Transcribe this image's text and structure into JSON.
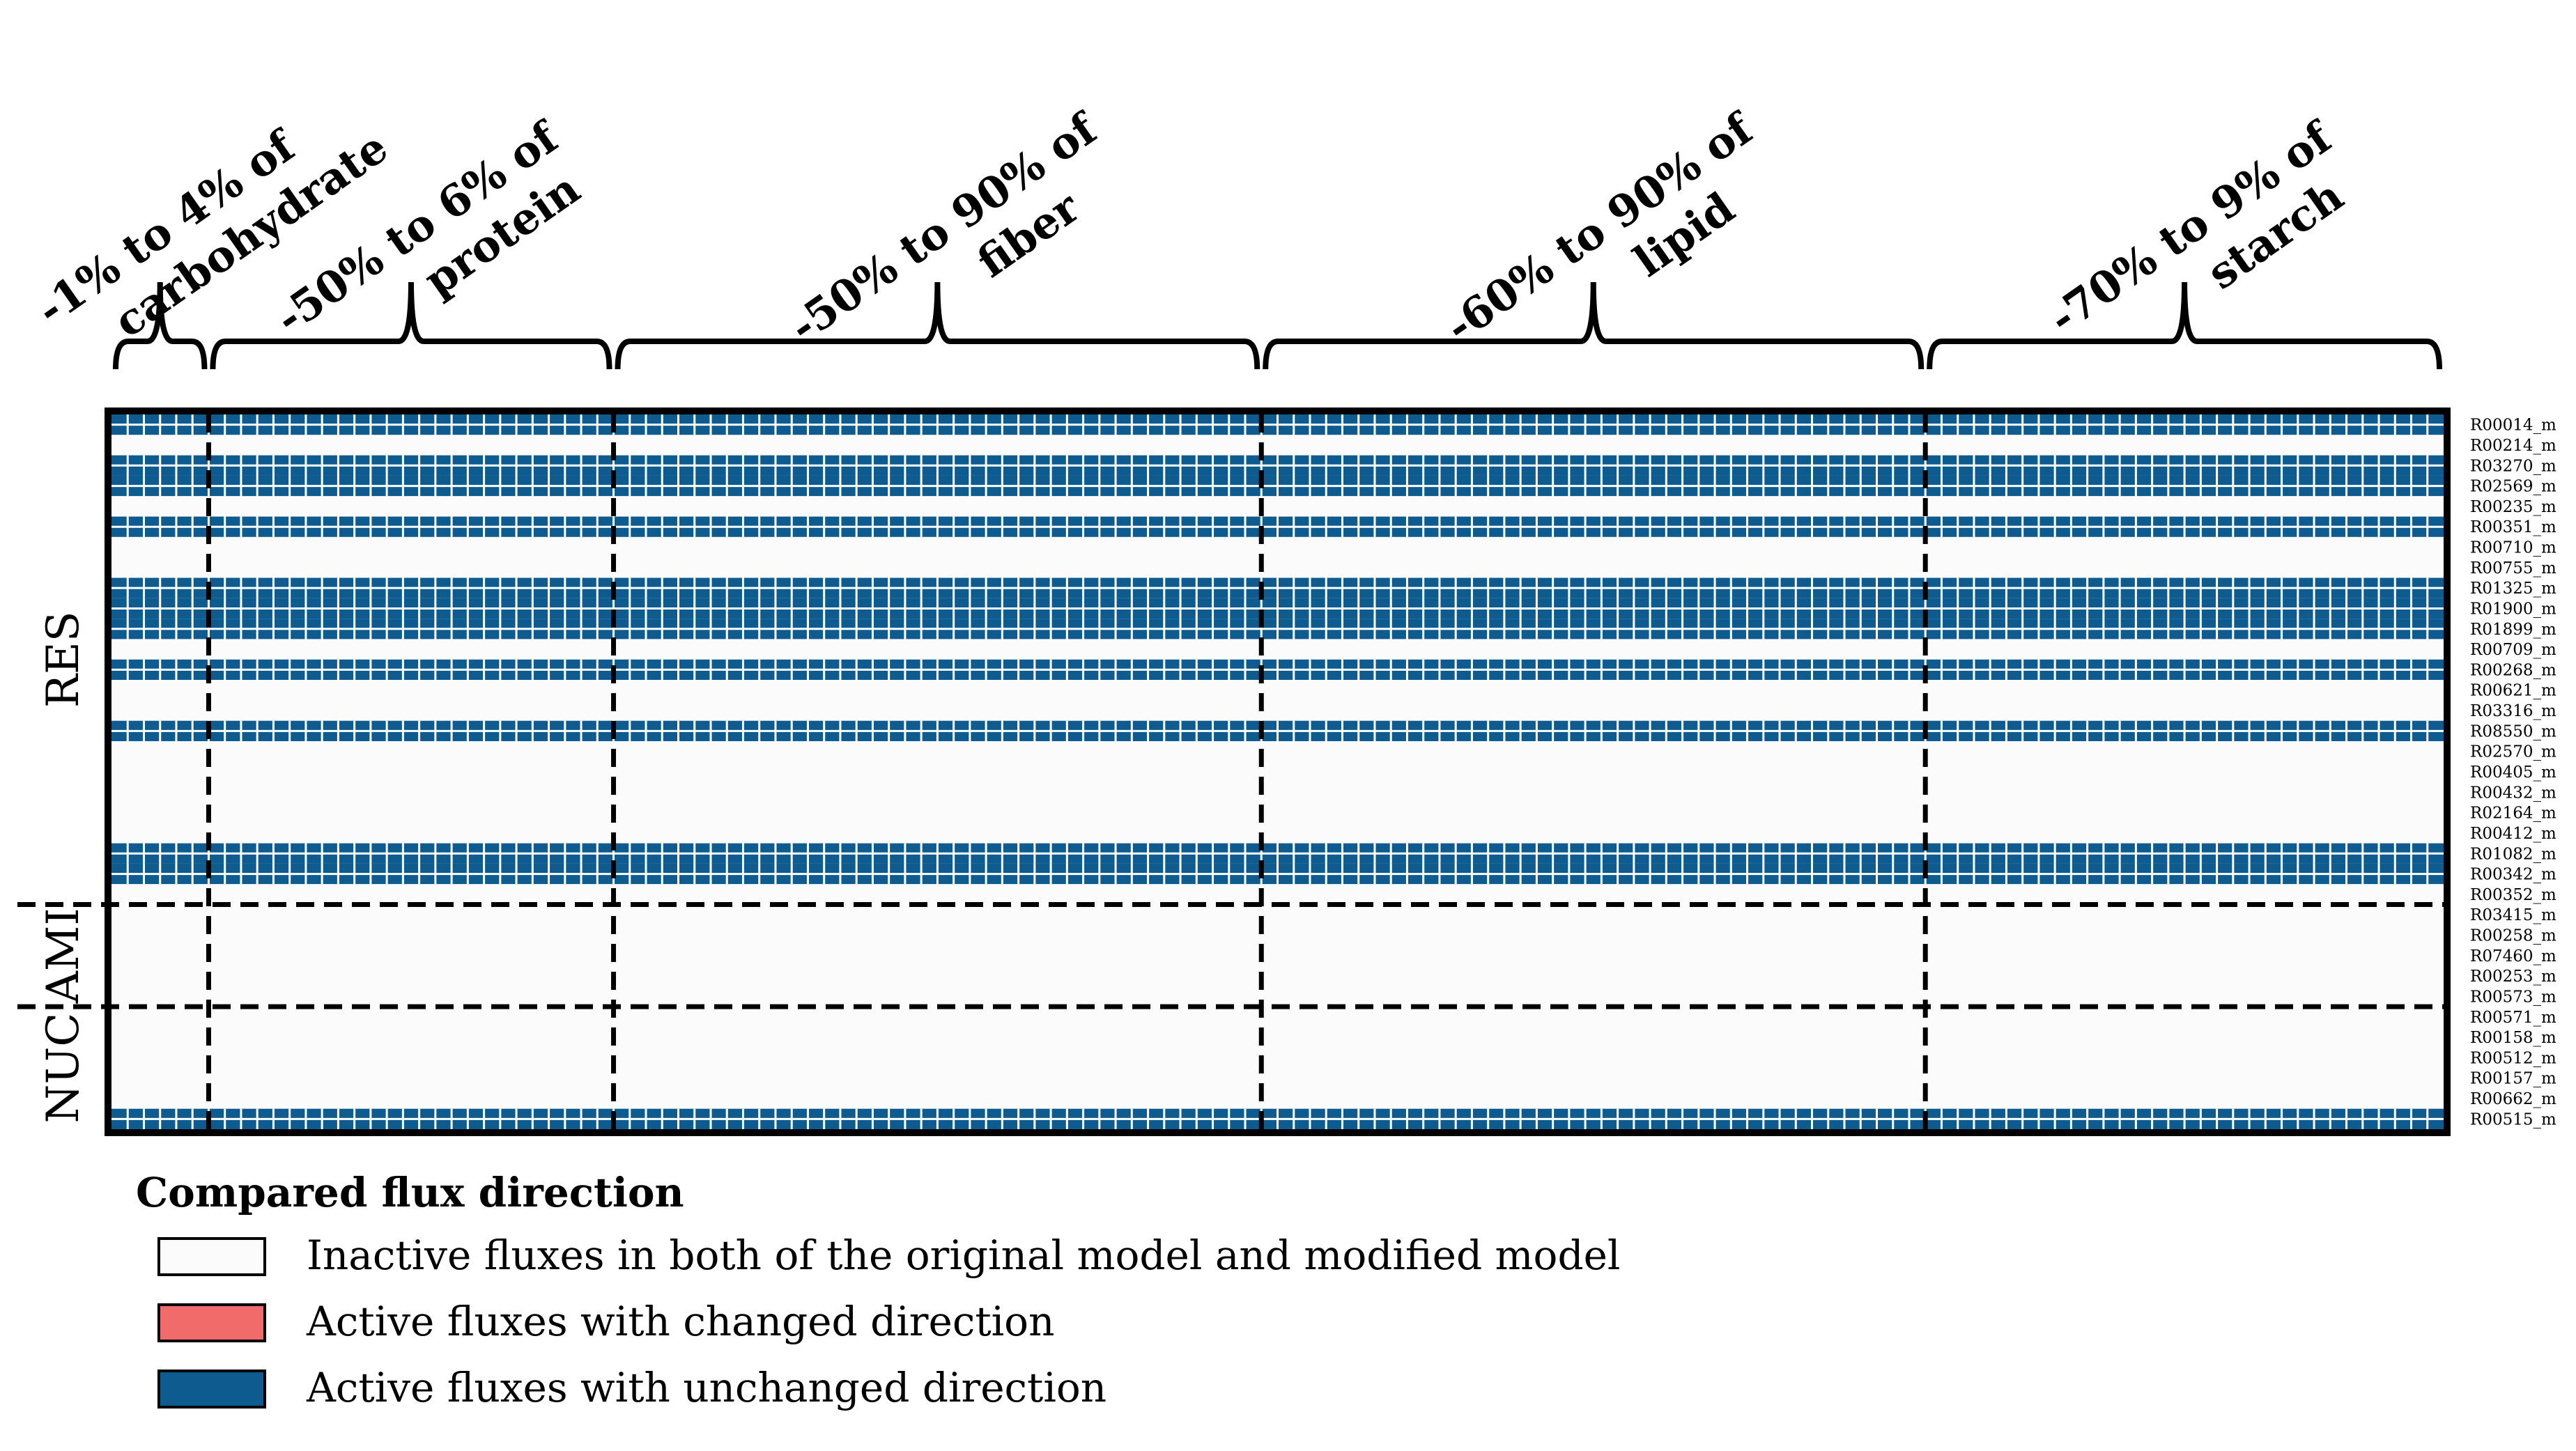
{
  "chart_data": {
    "type": "heatmap",
    "conditions": [
      {
        "name": "-1% to 4% of carbohydrate",
        "lines": [
          "-1% to 4% of",
          "carbohydrate"
        ],
        "columns": 6
      },
      {
        "name": "-50% to 6% of protein",
        "lines": [
          "-50% to 6% of",
          "protein"
        ],
        "columns": 25
      },
      {
        "name": "-50% to 90% of fiber",
        "lines": [
          "-50% to 90% of",
          "fiber"
        ],
        "columns": 40
      },
      {
        "name": "-60% to 90% of lipid",
        "lines": [
          "-60% to 90% of",
          "lipid"
        ],
        "columns": 41
      },
      {
        "name": "-70% to 9% of starch",
        "lines": [
          "-70% to 9% of",
          "starch"
        ],
        "columns": 32
      }
    ],
    "row_groups": [
      {
        "name": "RES",
        "rows": 24
      },
      {
        "name": "AMI",
        "rows": 5
      },
      {
        "name": "NUC",
        "rows": 6
      }
    ],
    "rows": [
      "R00014_m",
      "R00214_m",
      "R03270_m",
      "R02569_m",
      "R00235_m",
      "R00351_m",
      "R00710_m",
      "R00755_m",
      "R01325_m",
      "R01900_m",
      "R01899_m",
      "R00709_m",
      "R00268_m",
      "R00621_m",
      "R03316_m",
      "R08550_m",
      "R02570_m",
      "R00405_m",
      "R00432_m",
      "R02164_m",
      "R00412_m",
      "R01082_m",
      "R00342_m",
      "R00352_m",
      "R03415_m",
      "R00258_m",
      "R07460_m",
      "R00253_m",
      "R00573_m",
      "R00571_m",
      "R00158_m",
      "R00512_m",
      "R00157_m",
      "R00662_m",
      "R00515_m"
    ],
    "row_states": [
      2,
      0,
      2,
      2,
      0,
      2,
      0,
      0,
      2,
      2,
      2,
      0,
      2,
      0,
      0,
      2,
      0,
      0,
      0,
      0,
      0,
      2,
      2,
      0,
      0,
      0,
      0,
      0,
      0,
      0,
      0,
      0,
      0,
      0,
      2
    ],
    "state_legend": [
      {
        "code": 0,
        "label": "Inactive fluxes in both of the original model and modified model",
        "color": "#fbfbfb"
      },
      {
        "code": 1,
        "label": "Active fluxes with changed direction",
        "color": "#f26b6b"
      },
      {
        "code": 2,
        "label": "Active fluxes with unchanged direction",
        "color": "#0e5c8f"
      }
    ],
    "legend_title": "Compared flux direction"
  }
}
